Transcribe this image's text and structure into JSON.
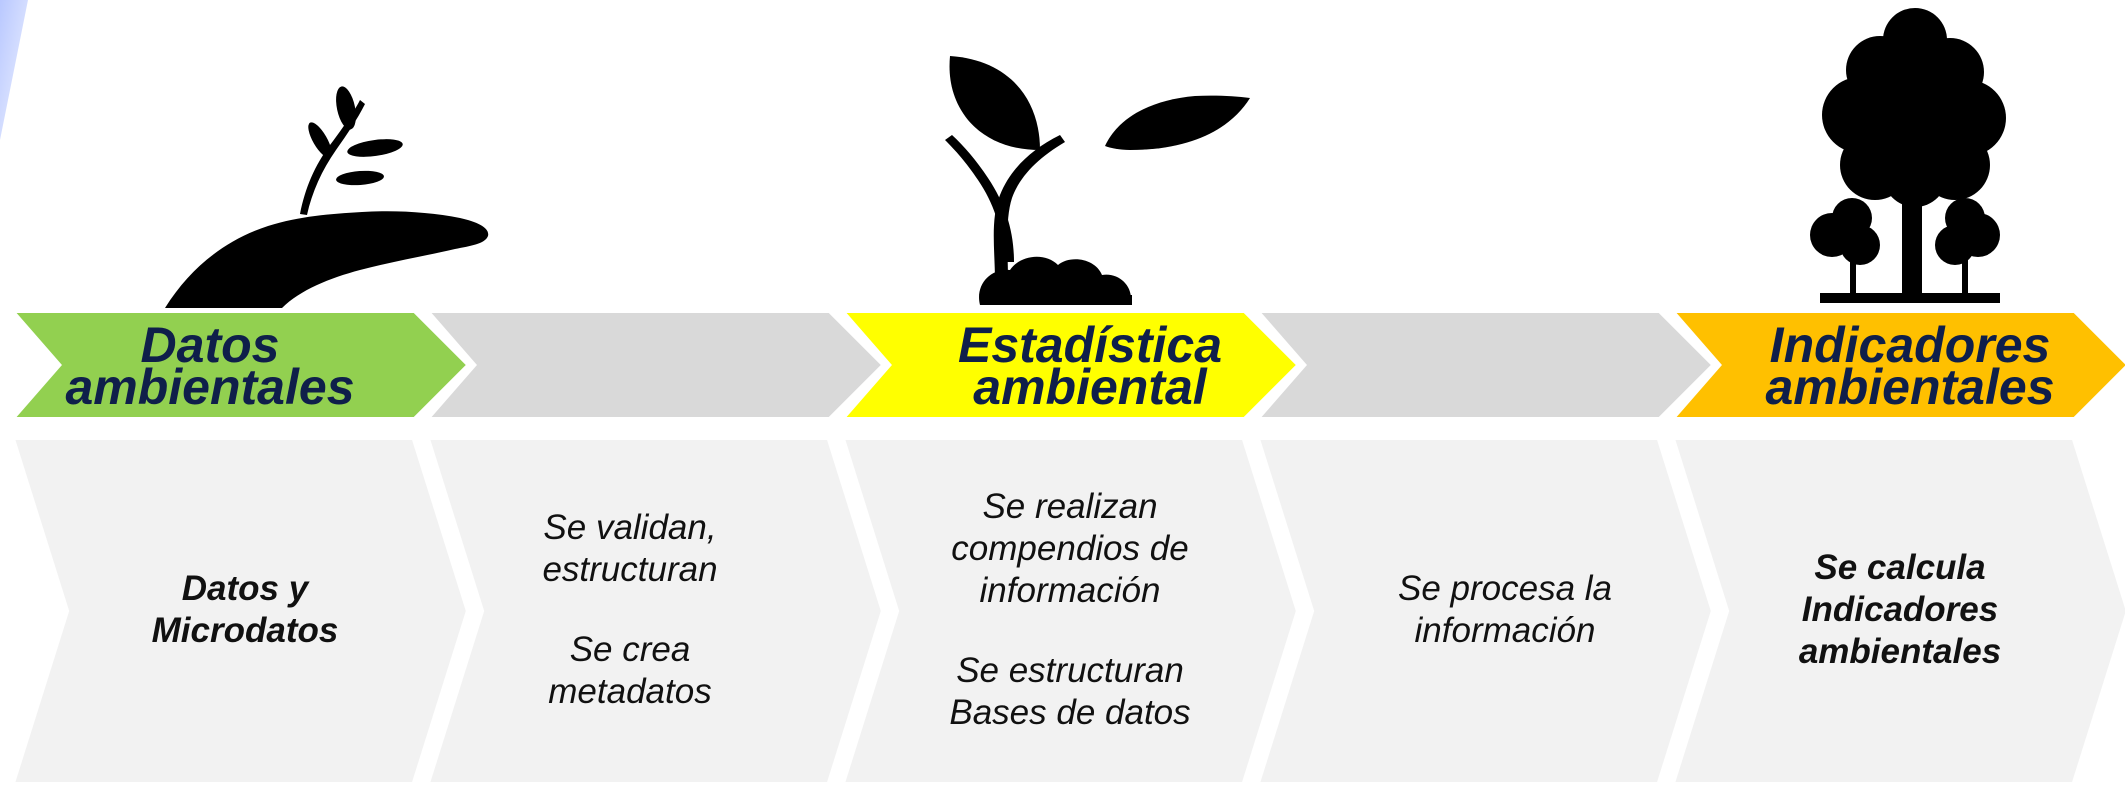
{
  "stages": [
    {
      "title": "Datos\nambientales",
      "color": "#92d050",
      "icon": "hand-holding-sprout-icon"
    },
    {
      "title": "",
      "color": "#d9d9d9",
      "icon": ""
    },
    {
      "title": "Estadística\nambiental",
      "color": "#ffff00",
      "icon": "seedling-icon"
    },
    {
      "title": "",
      "color": "#d9d9d9",
      "icon": ""
    },
    {
      "title": "Indicadores\nambientales",
      "color": "#ffc000",
      "icon": "tree-icon"
    }
  ],
  "cards": [
    {
      "bold": true,
      "lines": [
        "Datos y\nMicrodatos"
      ]
    },
    {
      "bold": false,
      "lines": [
        "Se validan,\nestructuran",
        "Se crea\nmetadatos"
      ]
    },
    {
      "bold": false,
      "lines": [
        "Se realizan\ncompendios de\ninformación",
        "Se estructuran\nBases de datos"
      ]
    },
    {
      "bold": false,
      "lines": [
        "Se procesa la\ninformación"
      ]
    },
    {
      "bold": true,
      "lines": [
        "Se calcula\nIndicadores\nambientales"
      ]
    }
  ],
  "colors": {
    "card_fill": "#f2f2f2",
    "title_text": "#0f1f4a",
    "icon_fill": "#000000",
    "corner_accent": "#c9d6ff"
  }
}
